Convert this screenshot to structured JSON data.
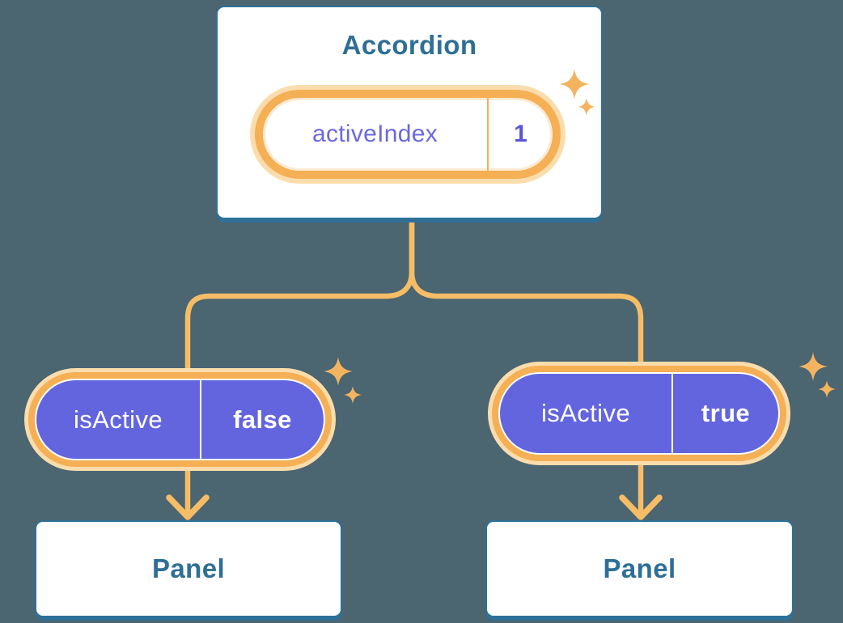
{
  "background_color": "#4B6571",
  "colors": {
    "card_border": "#2E7098",
    "card_text": "#2F6F95",
    "pill_purple": "#6365DF",
    "state_name_text": "#6B68DF",
    "state_value_text": "#5856D6",
    "ring_orange": "#F5AF55",
    "ring_glow": "#FBDDAD",
    "connector_orange": "#F6BD66",
    "sparkle_orange": "#F4B45F",
    "pill_text": "#FFFFFF"
  },
  "accordion": {
    "title": "Accordion",
    "state": {
      "name": "activeIndex",
      "value": "1"
    }
  },
  "branches": [
    {
      "prop_name": "isActive",
      "prop_value": "false",
      "panel_title": "Panel"
    },
    {
      "prop_name": "isActive",
      "prop_value": "true",
      "panel_title": "Panel"
    }
  ],
  "icons": {
    "sparkle": "four-point-star-sparkle",
    "arrow": "downward-arrow"
  }
}
